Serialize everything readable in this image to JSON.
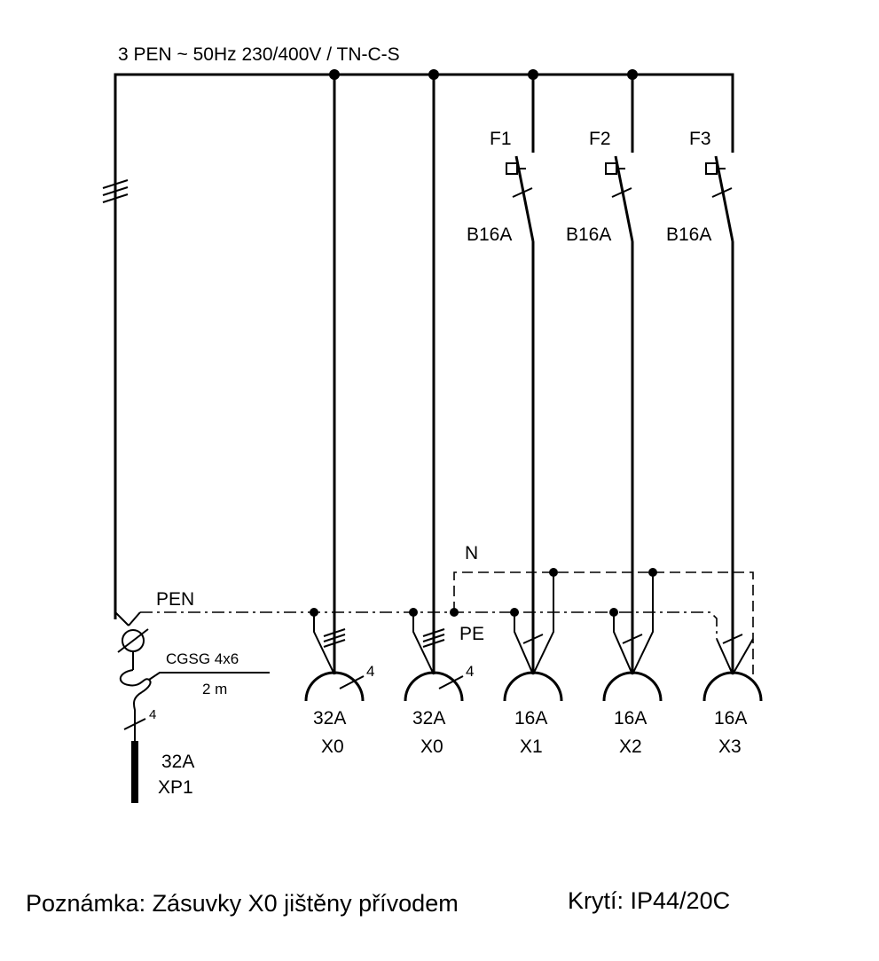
{
  "supply": {
    "title": "3 PEN ~ 50Hz  230/400V / TN-C-S"
  },
  "breakers": [
    {
      "id": "F1",
      "rating": "B16A"
    },
    {
      "id": "F2",
      "rating": "B16A"
    },
    {
      "id": "F3",
      "rating": "B16A"
    }
  ],
  "conductors": {
    "pen": "PEN",
    "n": "N",
    "pe": "PE"
  },
  "cable": {
    "type": "CGSG 4x6",
    "length": "2 m",
    "cores": "4"
  },
  "plug": {
    "rating": "32A",
    "id": "XP1"
  },
  "sockets": [
    {
      "rating": "32A",
      "id": "X0",
      "poles": "4"
    },
    {
      "rating": "32A",
      "id": "X0",
      "poles": "4"
    },
    {
      "rating": "16A",
      "id": "X1"
    },
    {
      "rating": "16A",
      "id": "X2"
    },
    {
      "rating": "16A",
      "id": "X3"
    }
  ],
  "footer": {
    "note": "Poznámka: Zásuvky X0 jištěny přívodem",
    "protection": "Krytí: IP44/20C"
  }
}
